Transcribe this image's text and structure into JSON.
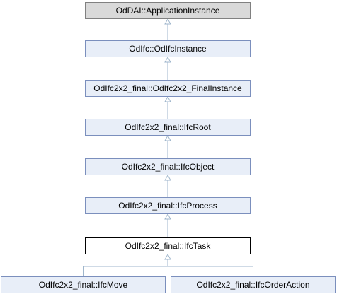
{
  "diagram": {
    "colors": {
      "edge": "#9fb6cc",
      "link_fill": "#e8eef8",
      "link_border": "#7b8fbd",
      "root_fill": "#d9d9d9",
      "current_border": "#000000"
    },
    "nodes": {
      "application_instance": "OdDAI::ApplicationInstance",
      "odifc_instance": "OdIfc::OdIfcInstance",
      "final_instance": "OdIfc2x2_final::OdIfc2x2_FinalInstance",
      "ifc_root": "OdIfc2x2_final::IfcRoot",
      "ifc_object": "OdIfc2x2_final::IfcObject",
      "ifc_process": "OdIfc2x2_final::IfcProcess",
      "ifc_task": "OdIfc2x2_final::IfcTask",
      "ifc_move": "OdIfc2x2_final::IfcMove",
      "ifc_order_action": "OdIfc2x2_final::IfcOrderAction"
    },
    "edges": [
      [
        "odifc_instance",
        "application_instance"
      ],
      [
        "final_instance",
        "odifc_instance"
      ],
      [
        "ifc_root",
        "final_instance"
      ],
      [
        "ifc_object",
        "ifc_root"
      ],
      [
        "ifc_process",
        "ifc_object"
      ],
      [
        "ifc_task",
        "ifc_process"
      ],
      [
        "ifc_move",
        "ifc_task"
      ],
      [
        "ifc_order_action",
        "ifc_task"
      ]
    ]
  }
}
